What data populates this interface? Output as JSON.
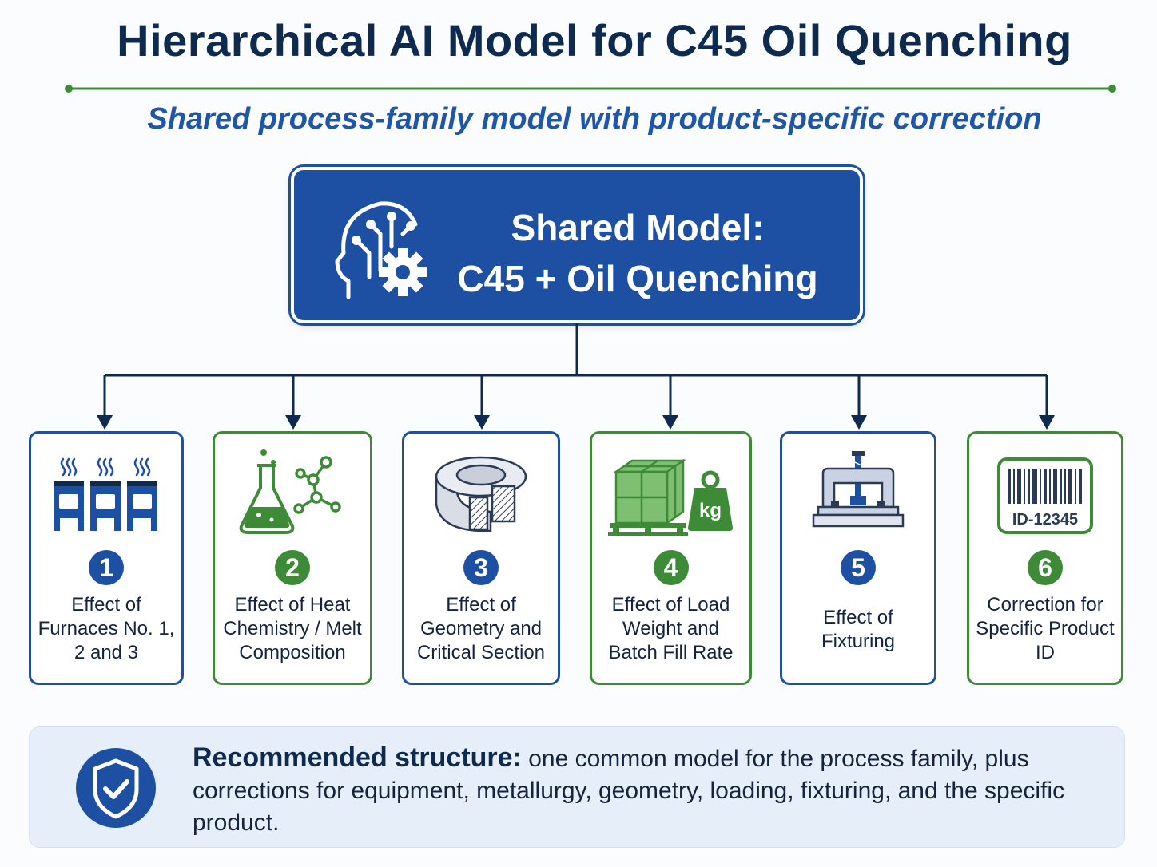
{
  "title": "Hierarchical AI Model for C45 Oil Quenching",
  "subtitle": "Shared process-family model with product-specific correction",
  "shared_model": {
    "line1": "Shared Model:",
    "line2": "C45 + Oil Quenching",
    "icon": "ai-head-gear-icon"
  },
  "cards": [
    {
      "number": "1",
      "label": "Effect of Furnaces No. 1, 2 and 3",
      "icon": "furnaces-icon",
      "color": "#1d4fa3"
    },
    {
      "number": "2",
      "label": "Effect of Heat Chemistry / Melt Composition",
      "icon": "flask-molecule-icon",
      "color": "#3d8b37"
    },
    {
      "number": "3",
      "label": "Effect of Geometry and Critical Section",
      "icon": "ring-section-icon",
      "color": "#1d4fa3"
    },
    {
      "number": "4",
      "label": "Effect of Load Weight and Batch Fill Rate",
      "icon": "pallet-weight-icon",
      "color": "#3d8b37",
      "weight_label": "kg"
    },
    {
      "number": "5",
      "label": "Effect of Fixturing",
      "icon": "clamp-fixture-icon",
      "color": "#1d4fa3"
    },
    {
      "number": "6",
      "label": "Correction for Specific Product ID",
      "icon": "barcode-icon",
      "color": "#3d8b37",
      "barcode_text": "ID-12345"
    }
  ],
  "note": {
    "bold": "Recommended structure:",
    "text": " one common model for the process family, plus corrections for equipment, metallurgy, geometry, loading, fixturing, and the specific product.",
    "icon": "shield-check-icon"
  }
}
